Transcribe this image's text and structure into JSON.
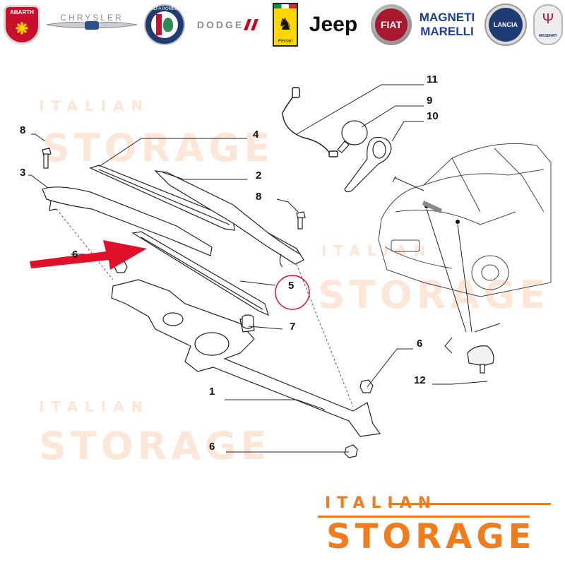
{
  "brands": [
    {
      "name": "ABARTH",
      "icon": "abarth-scorpion-badge",
      "color": "#c8102e"
    },
    {
      "name": "CHRYSLER",
      "icon": "chrysler-wings-badge",
      "color": "#8a8d91"
    },
    {
      "name": "ALFA ROMEO",
      "icon": "alfa-romeo-badge",
      "color": "#1f3b73"
    },
    {
      "name": "DODGE",
      "icon": "dodge-stripes-badge",
      "color": "#d0021b"
    },
    {
      "name": "Ferrari",
      "icon": "prancing-horse-badge",
      "color": "#ffd700"
    },
    {
      "name": "Jeep",
      "icon": "jeep-wordmark",
      "color": "#111111"
    },
    {
      "name": "FIAT",
      "icon": "fiat-badge",
      "color": "#a6192e"
    },
    {
      "name": "MAGNETI MARELLI",
      "icon": "magneti-marelli-wordmark",
      "color": "#1c3f94"
    },
    {
      "name": "LANCIA",
      "icon": "lancia-badge",
      "color": "#1f3b73"
    },
    {
      "name": "MASERATI",
      "icon": "maserati-trident-badge",
      "color": "#1f3b73"
    }
  ],
  "callouts": [
    "11",
    "9",
    "10",
    "8",
    "4",
    "3",
    "2",
    "8",
    "6",
    "5",
    "7",
    "6",
    "12",
    "1",
    "6"
  ],
  "watermark": {
    "line1": "ITALIAN",
    "line2": "STORAGE"
  },
  "footer_logo": {
    "line1": "ITALIAN",
    "line2": "STORAGE",
    "color": "#f07c1c"
  },
  "colors": {
    "arrow": "#e0102a",
    "highlight_circle": "#e0102a",
    "lines": "#222222"
  }
}
